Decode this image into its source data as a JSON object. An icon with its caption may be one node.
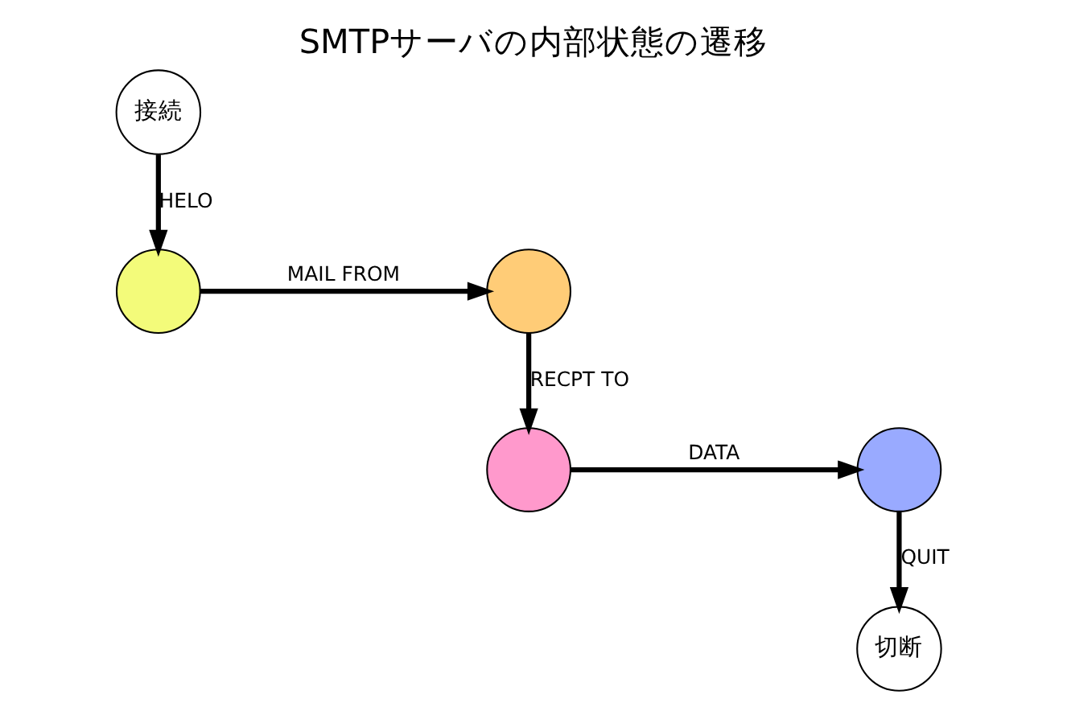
{
  "diagram": {
    "title": "SMTPサーバの内部状態の遷移",
    "nodes": [
      {
        "text": [
          "接続"
        ]
      },
      {
        "text": [],
        "shape": "circle"
      },
      {
        "text": [],
        "shape": "circle"
      },
      {
        "text": [],
        "shape": "circle"
      },
      {
        "text": [],
        "shape": "circle"
      },
      {
        "text": [
          "切断"
        ]
      }
    ],
    "edges": [
      {
        "from": 0,
        "to": 1,
        "arrow": "to",
        "label": "HELO"
      },
      {
        "from": 1,
        "to": 2,
        "arrow": "to",
        "label": "MAIL FROM"
      },
      {
        "from": 2,
        "to": 3,
        "arrow": "to",
        "label": "RECPT TO"
      },
      {
        "from": 3,
        "to": 4,
        "arrow": "to",
        "label": "DATA"
      },
      {
        "from": 4,
        "to": 5,
        "arrow": "to",
        "label": "QUIT"
      }
    ]
  }
}
